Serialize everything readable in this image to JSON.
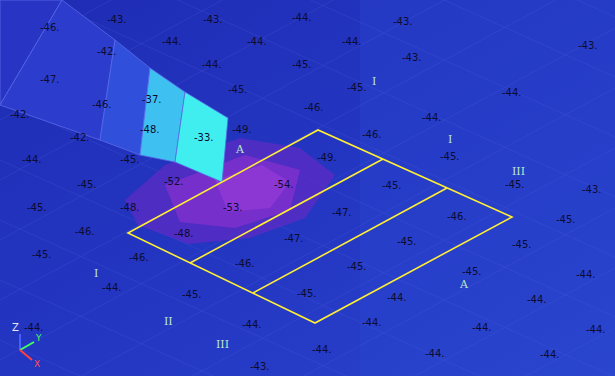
{
  "diagram": {
    "labels": [
      "-46.",
      "-43.",
      "-43.",
      "-44.",
      "-43.",
      "-43.",
      "-42.",
      "-44.",
      "-44.",
      "-44.",
      "-43.",
      "-47.",
      "-44.",
      "-45.",
      "I",
      "-46.",
      "-37.",
      "-45.",
      "-45.",
      "-44.",
      "-42.",
      "-44.",
      "-48.",
      "-49.",
      "-46.",
      "-46.",
      "I",
      "-42.",
      "-33.",
      "A",
      "-45.",
      "-44.",
      "-45.",
      "-49.",
      "III",
      "-45.",
      "-43.",
      "-45.",
      "-52.",
      "-54.",
      "-45.",
      "-45.",
      "-45.",
      "-48.",
      "-53.",
      "-47.",
      "-46.",
      "-46.",
      "-48.",
      "-47.",
      "-45.",
      "-45.",
      "-45.",
      "-46.",
      "-46.",
      "-45.",
      "-45.",
      "-44.",
      "I",
      "-44.",
      "A",
      "-45.",
      "-45.",
      "-44.",
      "-44.",
      "Z",
      "-44.",
      "II",
      "-44.",
      "-44.",
      "-44.",
      "-44.",
      "III",
      "-44.",
      "-44.",
      "-44.",
      "-43.",
      "Y",
      "X"
    ]
  }
}
